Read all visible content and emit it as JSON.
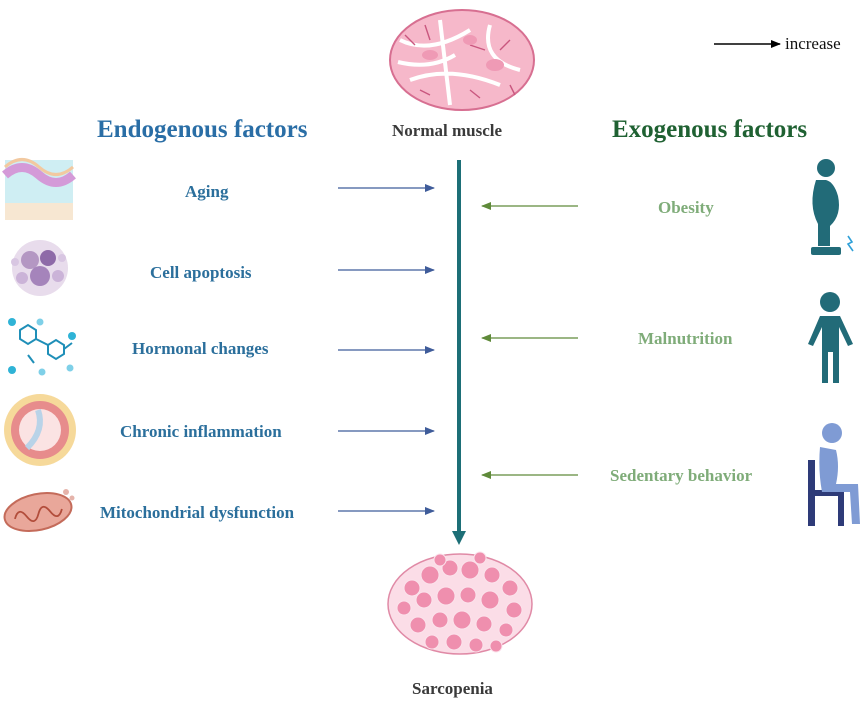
{
  "legend": {
    "label": "increase",
    "arrow_color": "#000000"
  },
  "top": {
    "label": "Normal muscle"
  },
  "bottom": {
    "label": "Sarcopenia"
  },
  "endogenous": {
    "heading": "Endogenous factors",
    "color": "#2a6ea6",
    "arrow_color": "#3f5c9a",
    "items": [
      {
        "label": "Aging",
        "icon": "skin-layers-icon"
      },
      {
        "label": "Cell apoptosis",
        "icon": "apoptotic-cell-icon"
      },
      {
        "label": "Hormonal changes",
        "icon": "hormone-molecule-icon"
      },
      {
        "label": "Chronic inflammation",
        "icon": "inflamed-vessel-icon"
      },
      {
        "label": "Mitochondrial dysfunction",
        "icon": "mitochondria-icon"
      }
    ]
  },
  "exogenous": {
    "heading": "Exogenous factors",
    "color": "#1f6132",
    "arrow_color": "#5f8a3a",
    "items": [
      {
        "label": "Obesity",
        "icon": "obese-person-on-scale-icon"
      },
      {
        "label": "Malnutrition",
        "icon": "thin-person-icon"
      },
      {
        "label": "Sedentary behavior",
        "icon": "seated-person-icon"
      }
    ]
  },
  "main_arrow_color": "#1d6f77"
}
